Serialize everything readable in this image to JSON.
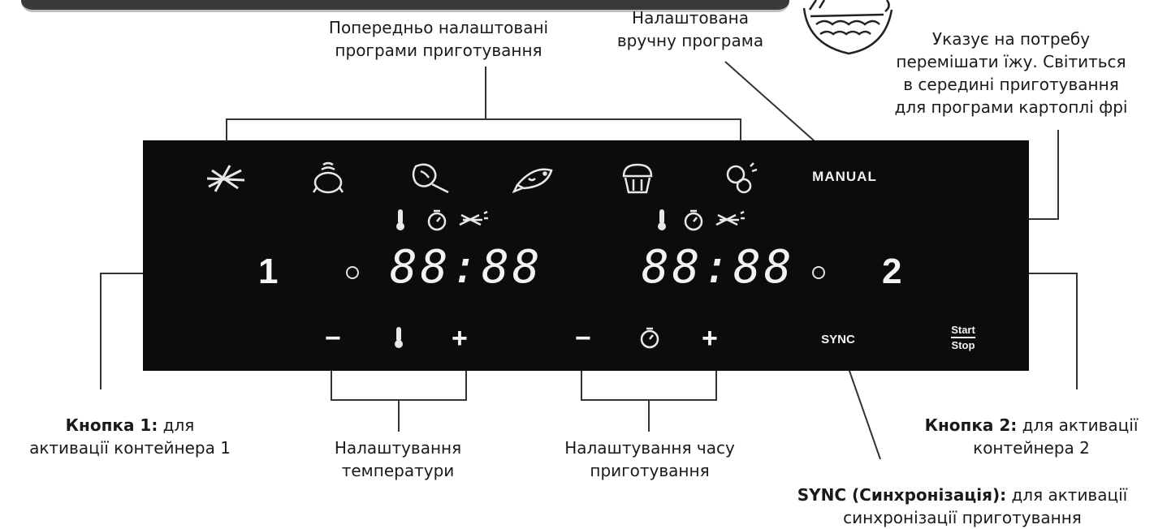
{
  "labels": {
    "presets": "Попередньо налаштовані\nпрограми приготування",
    "manual_program": "Налаштована\nвручну програма",
    "shake": "Указує на потребу\nперемішати їжу. Світиться\nв середині приготування\nдля програми картоплі фрі",
    "button1_bold": "Кнопка 1:",
    "button1_text": " для\nактивації контейнера 1",
    "button2_bold": "Кнопка 2:",
    "button2_text": " для активації\nконтейнера 2",
    "temp_setting": "Налаштування\nтемператури",
    "time_setting": "Налаштування часу\nприготування",
    "sync_bold": "SYNC (Синхронізація):",
    "sync_text": " для активації\nсинхронізації приготування"
  },
  "panel": {
    "manual_label": "MANUAL",
    "display_left": "88:88",
    "display_right": "88:88",
    "zone1_number": "1",
    "zone2_number": "2",
    "sync_label": "SYNC",
    "start_label": "Start",
    "stop_label": "Stop",
    "minus": "−",
    "plus": "+",
    "icons": [
      "fries-icon",
      "chicken-icon",
      "steak-icon",
      "fish-icon",
      "muffin-icon",
      "vegetables-icon",
      "thermometer-icon",
      "timer-icon",
      "shake-icon"
    ]
  }
}
